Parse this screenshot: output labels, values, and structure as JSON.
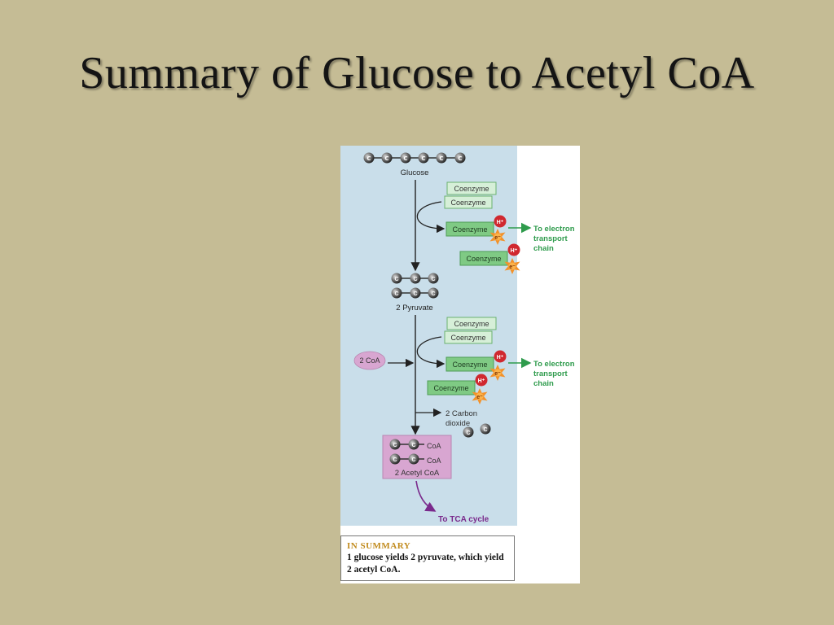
{
  "slide": {
    "title": "Summary of Glucose to Acetyl CoA"
  },
  "colors": {
    "background": "#c5bc95",
    "panel": "#c9deea",
    "coenzyme_light": "#d6efd8",
    "coenzyme_dark": "#7fca84",
    "green_arrow": "#2e9b4c",
    "purple_box": "#d8a6d1",
    "purple_arrow": "#7a2a8c",
    "hydrogen": "#d0282f",
    "electron": "#f3922a",
    "summary_heading": "#c18a1b"
  },
  "diagram": {
    "carbon_symbol": "C",
    "coenzyme_label": "Coenzyme",
    "hydrogen_label": "H⁺",
    "electron_label": "e⁻",
    "glucose_label": "Glucose",
    "pyruvate_label": "2 Pyruvate",
    "coa_input_label": "2 CoA",
    "co2_label_line1": "2 Carbon",
    "co2_label_line2": "dioxide",
    "acetyl_coa_label": "2 Acetyl CoA",
    "coa_tag": "CoA",
    "etc_label_line1": "To electron",
    "etc_label_line2": "transport",
    "etc_label_line3": "chain",
    "tca_label": "To TCA cycle"
  },
  "summary": {
    "heading": "IN SUMMARY",
    "text": "1 glucose yields 2 pyruvate, which yield 2 acetyl CoA."
  }
}
